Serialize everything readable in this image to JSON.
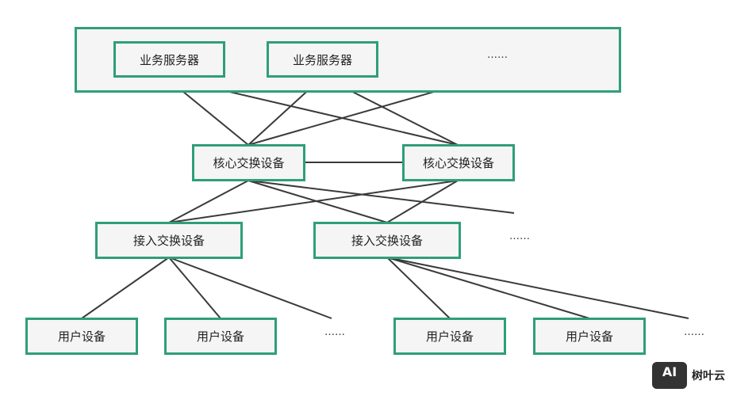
{
  "servers": [
    {
      "label": "业务服务器"
    },
    {
      "label": "业务服务器"
    }
  ],
  "server_more": "……",
  "core": [
    {
      "label": "核心交换设备"
    },
    {
      "label": "核心交换设备"
    }
  ],
  "access": [
    {
      "label": "接入交换设备"
    },
    {
      "label": "接入交换设备"
    }
  ],
  "access_more": "……",
  "users": [
    {
      "label": "用户设备"
    },
    {
      "label": "用户设备"
    },
    {
      "label": "用户设备"
    },
    {
      "label": "用户设备"
    }
  ],
  "user_more_left": "……",
  "user_more_right": "……",
  "watermark": {
    "logo": "AI",
    "text": "树叶云"
  }
}
